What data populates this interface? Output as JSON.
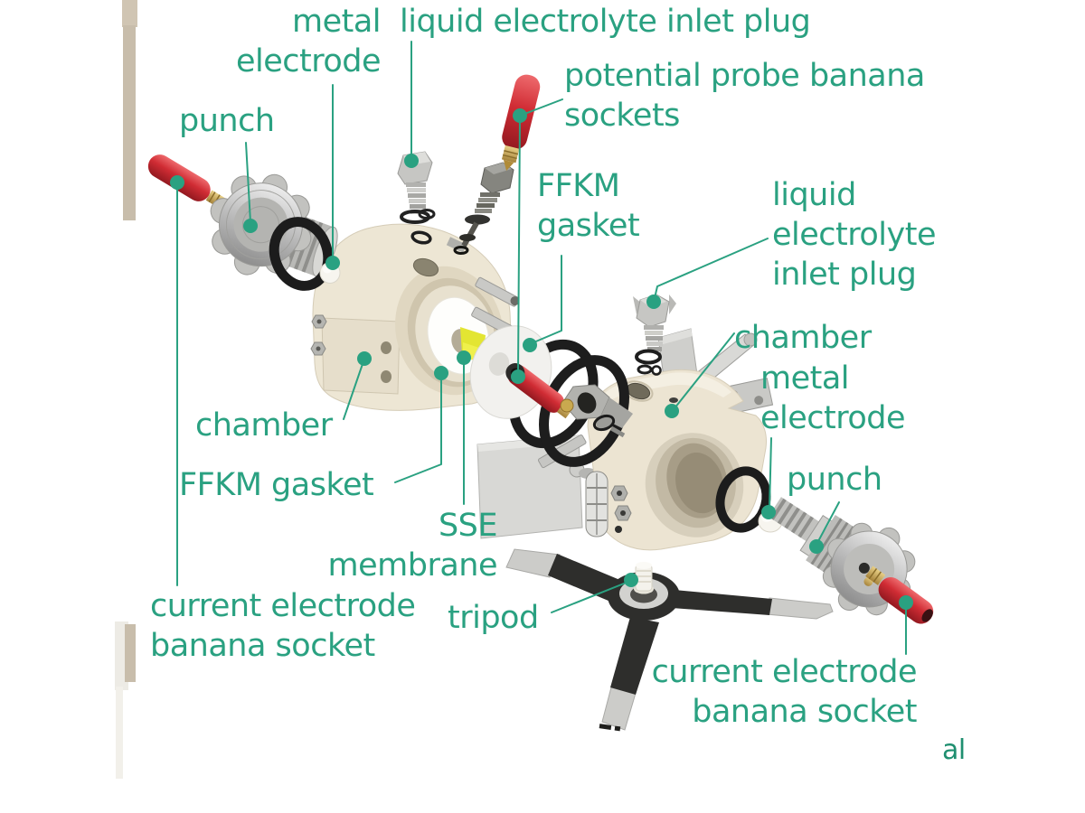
{
  "figure": {
    "accent_color": "#2aa181",
    "background": "#ffffff",
    "partial_text_color": "#1f8f70"
  },
  "labels": {
    "punch_left": "punch",
    "metal_electrode_left": "metal\nelectrode",
    "liquid_inlet_top": "liquid electrolyte inlet plug",
    "potential_probe": "potential probe banana\nsockets",
    "ffkm_gasket_mid": "FFKM\ngasket",
    "liquid_inlet_right": "liquid\nelectrolyte\ninlet plug",
    "chamber_right": "chamber",
    "metal_electrode_right": "metal\nelectrode",
    "punch_right": "punch",
    "chamber_left": "chamber",
    "ffkm_gasket_left": "FFKM gasket",
    "sse_membrane": "SSE\nmembrane",
    "current_electrode_left": "current electrode\nbanana socket",
    "tripod": "tripod",
    "current_electrode_right": "current electrode\nbanana socket",
    "partial_text": "al"
  }
}
